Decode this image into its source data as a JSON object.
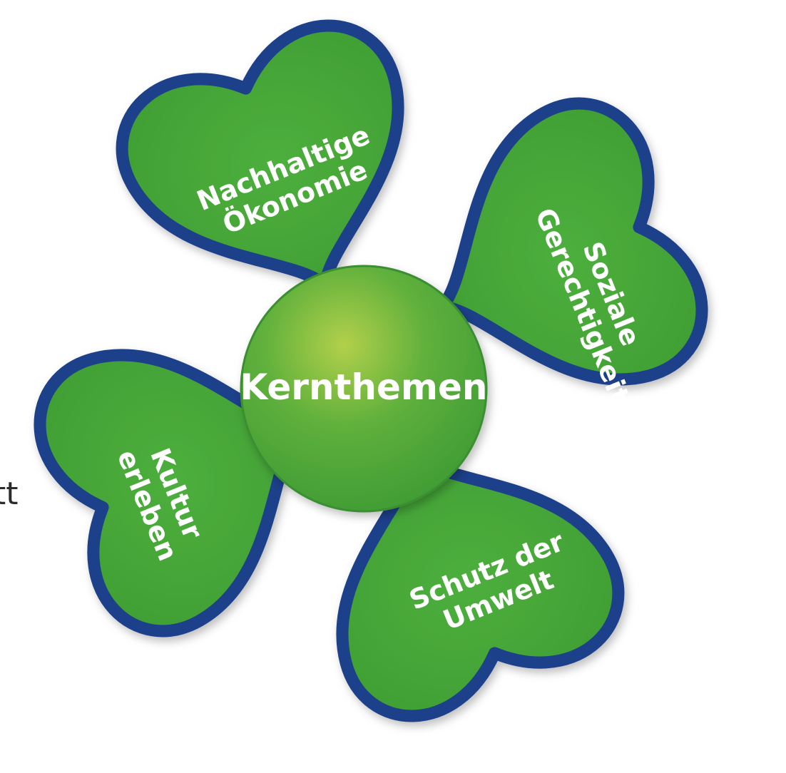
{
  "diagram": {
    "center": {
      "label": "Kernthemen"
    },
    "leaves": [
      {
        "id": "top",
        "lines": [
          "Nachhaltige",
          "Ökonomie"
        ]
      },
      {
        "id": "right",
        "lines": [
          "Soziale",
          "Gerechtigkeit"
        ]
      },
      {
        "id": "bottom",
        "lines": [
          "Schutz der",
          "Umwelt"
        ]
      },
      {
        "id": "left",
        "lines": [
          "Kultur",
          "erleben"
        ]
      }
    ],
    "side_text": "att"
  },
  "colors": {
    "leaf_fill": "#43a435",
    "leaf_outline": "#1d3f8a",
    "center_highlight": "#b2d04a",
    "center_shade": "#3c9a34"
  }
}
